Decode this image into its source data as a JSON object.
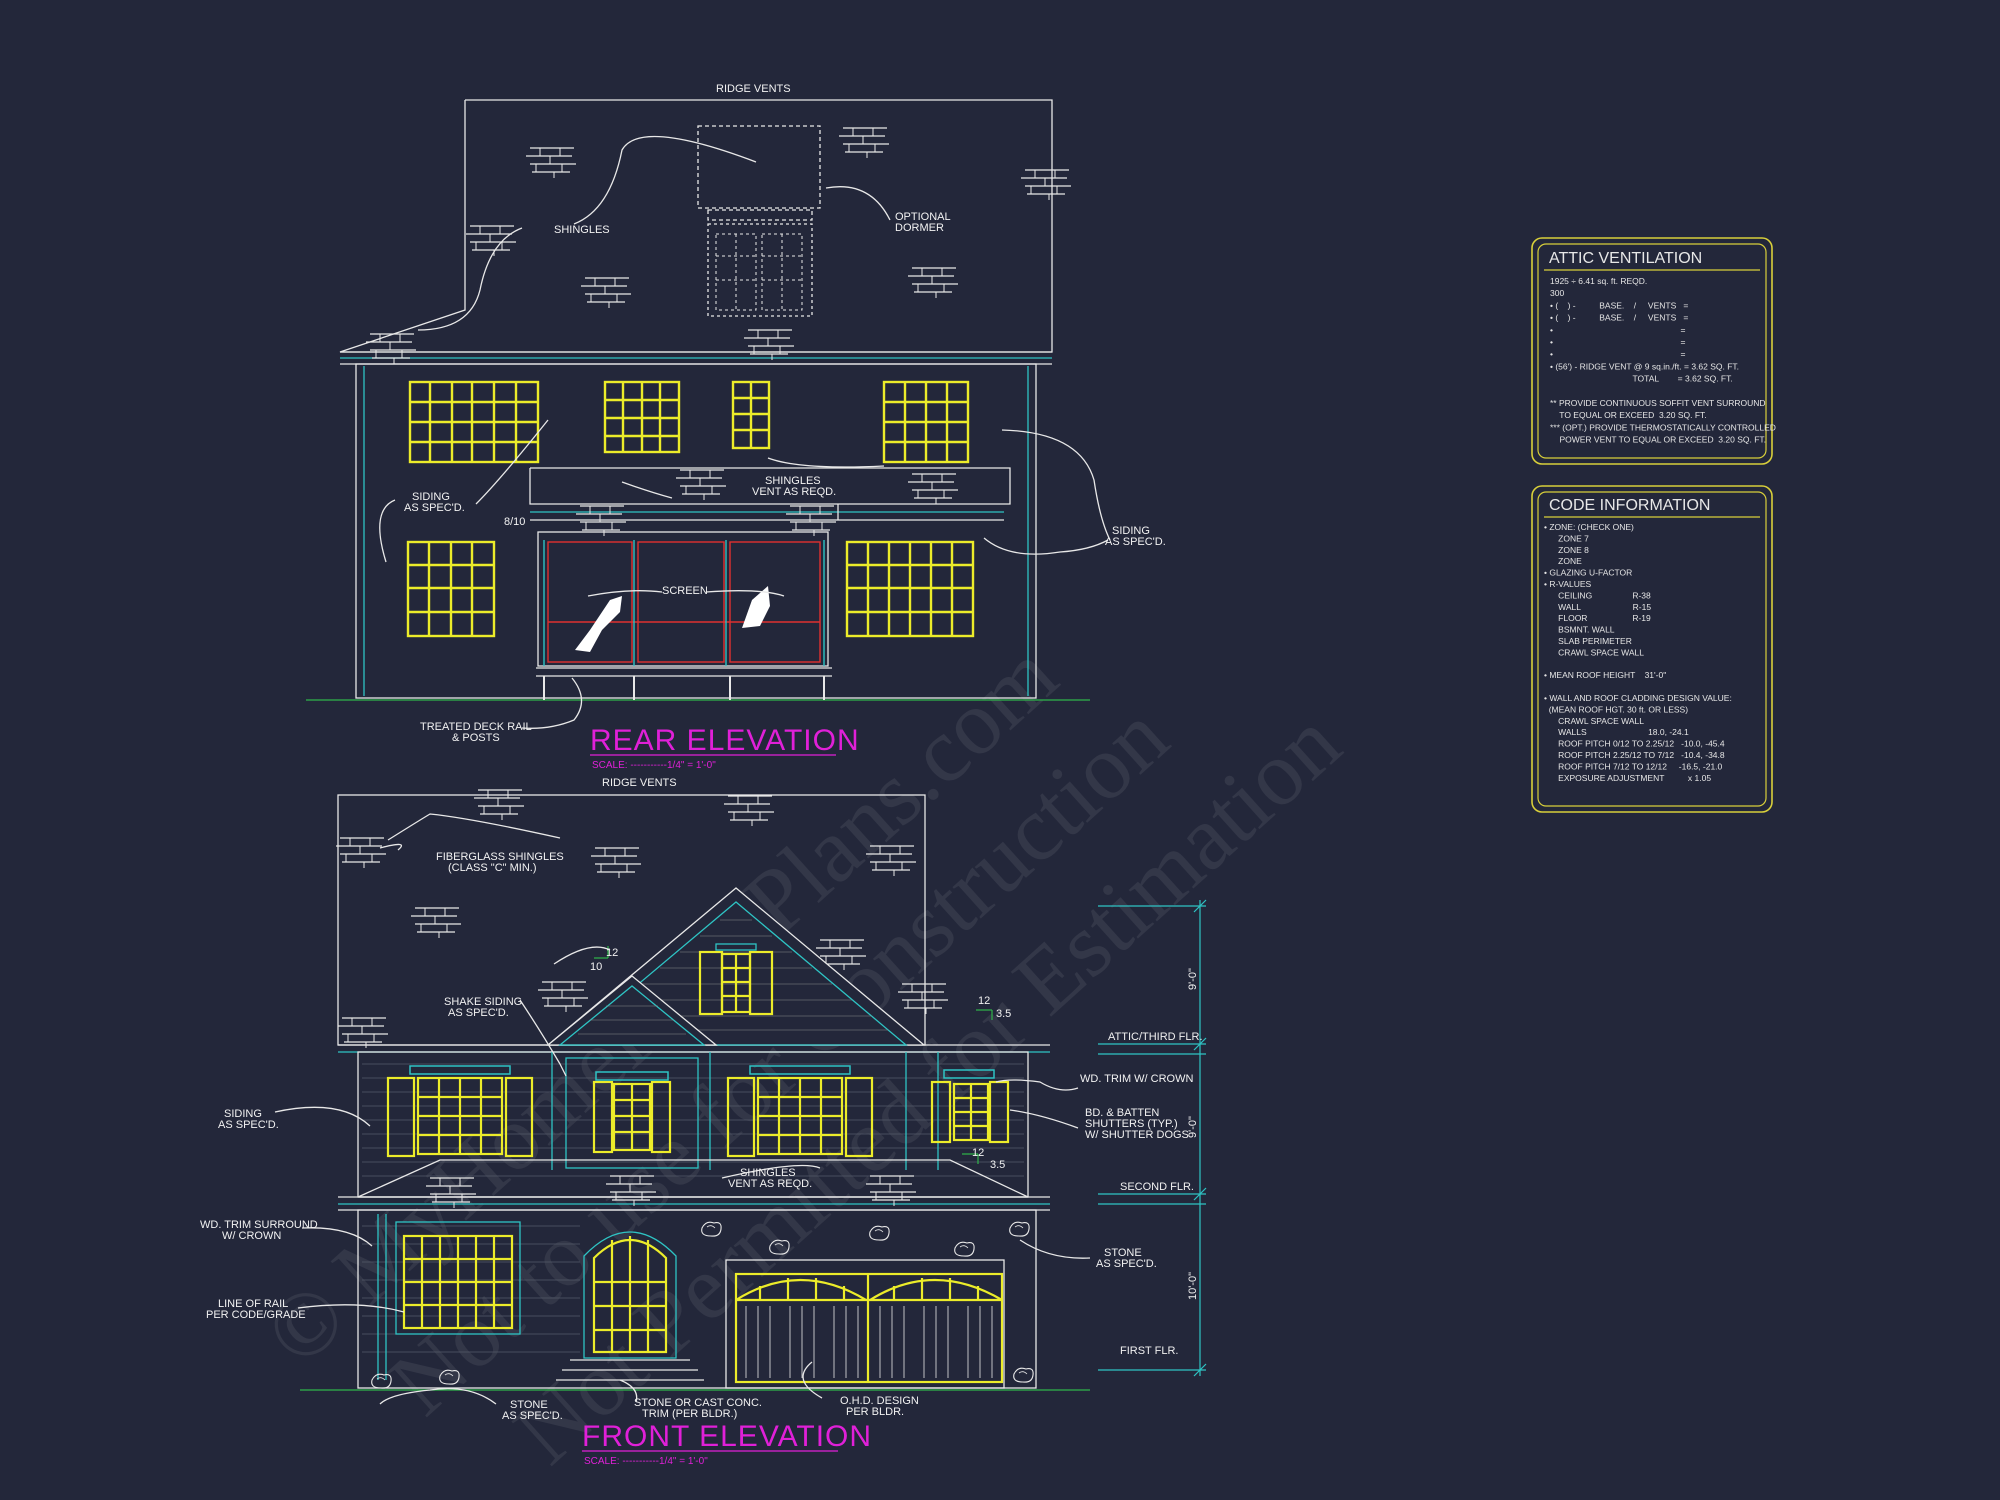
{
  "colors": {
    "background": "#23273a",
    "line_white": "#e8e8e8",
    "cyan": "#2ec4c4",
    "yellow": "#ecec2a",
    "magenta": "#e020d8",
    "red": "#e03030",
    "green": "#2fb54a",
    "panel_border": "#d8cf3a"
  },
  "rear_elevation": {
    "title": "REAR ELEVATION",
    "scale": "SCALE: -----------1/4\" = 1'-0\"",
    "labels": {
      "ridge_vents": "RIDGE VENTS",
      "shingles": "SHINGLES",
      "optional_dormer_1": "OPTIONAL",
      "optional_dormer_2": "DORMER",
      "siding_left_1": "SIDING",
      "siding_left_2": "AS SPEC'D.",
      "siding_right_1": "SIDING",
      "siding_right_2": "AS SPEC'D.",
      "shingles_vent_1": "SHINGLES",
      "shingles_vent_2": "VENT AS REQD.",
      "header_size": "8/10",
      "screen": "SCREEN",
      "deck_rail_1": "TREATED DECK RAIL",
      "deck_rail_2": "& POSTS"
    }
  },
  "front_elevation": {
    "title": "FRONT ELEVATION",
    "scale": "SCALE: -----------1/4\" = 1'-0\"",
    "labels": {
      "ridge_vents": "RIDGE VENTS",
      "fiberglass_1": "FIBERGLASS SHINGLES",
      "fiberglass_2": "(CLASS \"C\" MIN.)",
      "shake_1": "SHAKE SIDING",
      "shake_2": "AS SPEC'D.",
      "siding_1": "SIDING",
      "siding_2": "AS SPEC'D.",
      "trim_crown": "WD. TRIM W/ CROWN",
      "shutters_1": "BD. & BATTEN",
      "shutters_2": "SHUTTERS (TYP.)",
      "shutters_3": "W/ SHUTTER DOGS",
      "shingles_vent_1": "SHINGLES",
      "shingles_vent_2": "VENT AS REQD.",
      "trim_surround_1": "WD. TRIM SURROUND",
      "trim_surround_2": "W/ CROWN",
      "line_rail_1": "LINE OF RAIL",
      "line_rail_2": "PER CODE/GRADE",
      "stone_right_1": "STONE",
      "stone_right_2": "AS SPEC'D.",
      "stone_bottom_1": "STONE",
      "stone_bottom_2": "AS SPEC'D.",
      "stone_trim_1": "STONE OR CAST CONC.",
      "stone_trim_2": "TRIM (PER BLDR.)",
      "ohd_1": "O.H.D. DESIGN",
      "ohd_2": "PER BLDR.",
      "pitch_12_a": "12",
      "pitch_10": "10",
      "pitch_12_b": "12",
      "pitch_35_a": "3.5",
      "pitch_12_c": "12",
      "pitch_35_b": "3.5"
    },
    "levels": [
      "ATTIC/THIRD FLR.",
      "SECOND FLR.",
      "FIRST FLR."
    ],
    "dims": [
      "9'-0\"",
      "9'-0\"",
      "10'-0\""
    ]
  },
  "attic_ventilation": {
    "title": "ATTIC VENTILATION",
    "lines": [
      "1925 ÷ 6.41 sq. ft. REQD.",
      "300",
      "• (    ) -          BASE.    /     VENTS   =",
      "• (    ) -          BASE.    /     VENTS   =",
      "•                                                      =",
      "•                                                      =",
      "•                                                      =",
      "• (56') - RIDGE VENT @ 9 sq.in./ft. = 3.62 SQ. FT.",
      "                                   TOTAL        = 3.62 SQ. FT.",
      "",
      "** PROVIDE CONTINUOUS SOFFIT VENT SURROUND",
      "    TO EQUAL OR EXCEED  3.20 SQ. FT.",
      "*** (OPT.) PROVIDE THERMOSTATICALLY CONTROLLED",
      "    POWER VENT TO EQUAL OR EXCEED  3.20 SQ. FT."
    ]
  },
  "code_information": {
    "title": "CODE INFORMATION",
    "lines": [
      "• ZONE: (CHECK ONE)",
      "      ZONE 7",
      "      ZONE 8",
      "      ZONE",
      "• GLAZING U-FACTOR",
      "• R-VALUES",
      "      CEILING                 R-38",
      "      WALL                      R-15",
      "      FLOOR                   R-19",
      "      BSMNT. WALL",
      "      SLAB PERIMETER",
      "      CRAWL SPACE WALL",
      "",
      "• MEAN ROOF HEIGHT    31'-0\"",
      "",
      "• WALL AND ROOF CLADDING DESIGN VALUE:",
      "  (MEAN ROOF HGT. 30 ft. OR LESS)",
      "      CRAWL SPACE WALL",
      "      WALLS                          18.0, -24.1",
      "      ROOF PITCH 0/12 TO 2.25/12   -10.0, -45.4",
      "      ROOF PITCH 2.25/12 TO 7/12   -10.4, -34.8",
      "      ROOF PITCH 7/12 TO 12/12     -16.5, -21.0",
      "      EXPOSURE ADJUSTMENT          x 1.05"
    ]
  },
  "watermark": {
    "line1": "© MyHomeFloorPlans.com",
    "line2": "Not to use for Construction",
    "line3": "Not Permitted for Estimation"
  }
}
